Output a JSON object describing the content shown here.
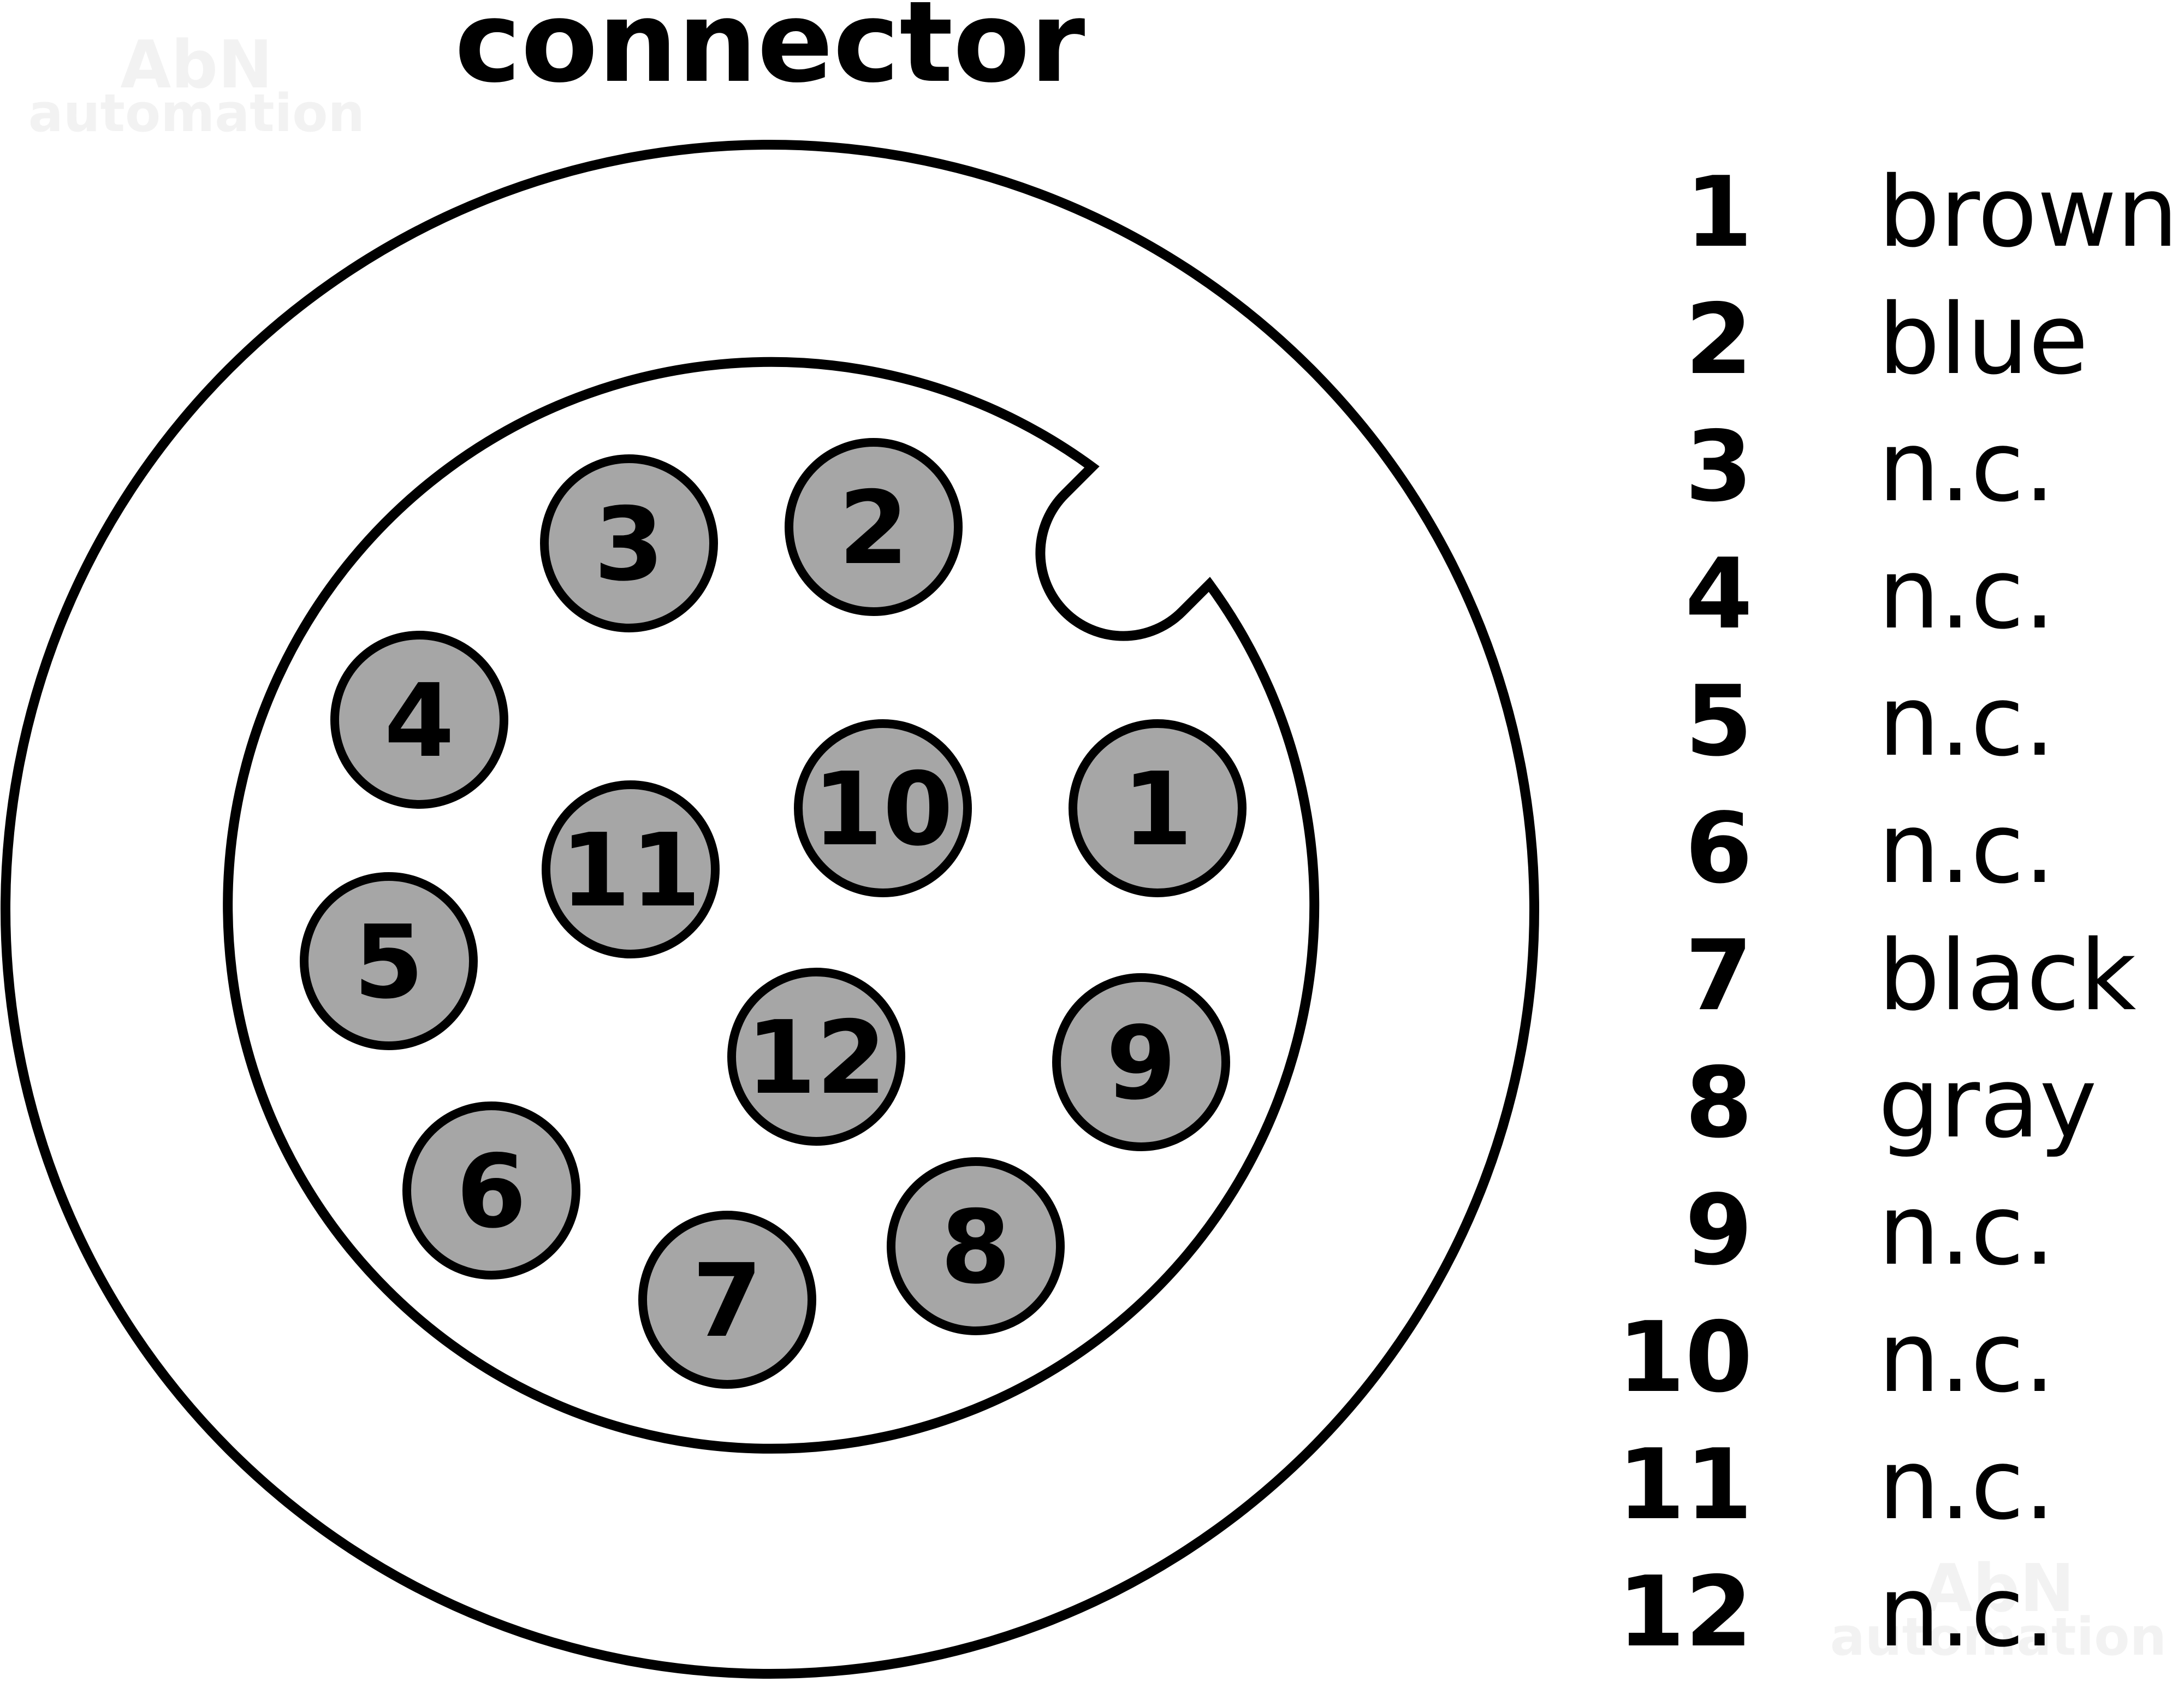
{
  "title": "connector",
  "watermark": {
    "brand": "AbN",
    "tagline": "automation"
  },
  "colors": {
    "pin_fill": "#a6a6a6",
    "stroke": "#000000",
    "watermark": "#f2f2f2"
  },
  "pins": [
    {
      "number": "1"
    },
    {
      "number": "2"
    },
    {
      "number": "3"
    },
    {
      "number": "4"
    },
    {
      "number": "5"
    },
    {
      "number": "6"
    },
    {
      "number": "7"
    },
    {
      "number": "8"
    },
    {
      "number": "9"
    },
    {
      "number": "10"
    },
    {
      "number": "11"
    },
    {
      "number": "12"
    }
  ],
  "legend": [
    {
      "number": "1",
      "color": "brown"
    },
    {
      "number": "2",
      "color": "blue"
    },
    {
      "number": "3",
      "color": "n.c."
    },
    {
      "number": "4",
      "color": "n.c."
    },
    {
      "number": "5",
      "color": "n.c."
    },
    {
      "number": "6",
      "color": "n.c."
    },
    {
      "number": "7",
      "color": "black"
    },
    {
      "number": "8",
      "color": "gray"
    },
    {
      "number": "9",
      "color": "n.c."
    },
    {
      "number": "10",
      "color": "n.c."
    },
    {
      "number": "11",
      "color": "n.c."
    },
    {
      "number": "12",
      "color": "n.c."
    }
  ]
}
